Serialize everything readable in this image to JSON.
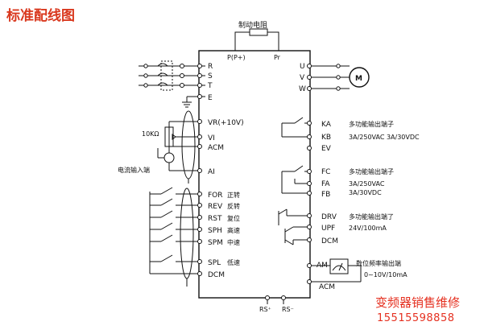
{
  "title": "标准配线图",
  "brake_resistor": {
    "label": "制动电阻",
    "terminal_p": "P(P+)",
    "terminal_pr": "Pr"
  },
  "motor": {
    "label": "M"
  },
  "left_terminals": {
    "power": [
      "R",
      "S",
      "T",
      "E"
    ],
    "analog": [
      "VR(+10V)",
      "VI",
      "ACM",
      "AI"
    ],
    "digital": [
      "FOR",
      "REV",
      "RST",
      "SPH",
      "SPM",
      "SPL",
      "DCM"
    ],
    "digital_desc": [
      "正转",
      "反转",
      "复位",
      "高速",
      "中速",
      "",
      "低速"
    ]
  },
  "left_labels": {
    "pot": "10KΩ",
    "current_input": "电流输入端"
  },
  "right_terminals": {
    "output": [
      "U",
      "V",
      "W"
    ],
    "relay1": [
      "KA",
      "KB",
      "EV"
    ],
    "relay2": [
      "FC",
      "FA",
      "FB"
    ],
    "collector": [
      "DRV",
      "UPF",
      "DCM"
    ],
    "freq": [
      "AM",
      "ACM"
    ]
  },
  "right_desc": {
    "relay1_title": "多功能输出端子",
    "relay1_rating": "3A/250VAC  3A/30VDC",
    "relay2_title": "多功能输出端子",
    "relay2_rating1": "3A/250VAC",
    "relay2_rating2": "3A/30VDC",
    "collector_title": "多功能输出端了",
    "collector_rating": "24V/100mA",
    "freq_title": "数位频率输出端",
    "freq_range": "0~10V/10mA"
  },
  "bottom_terminals": [
    "RS⁺",
    "RS⁻"
  ],
  "watermark": {
    "brand": "变频器销售维修",
    "phone": "15515598858"
  }
}
